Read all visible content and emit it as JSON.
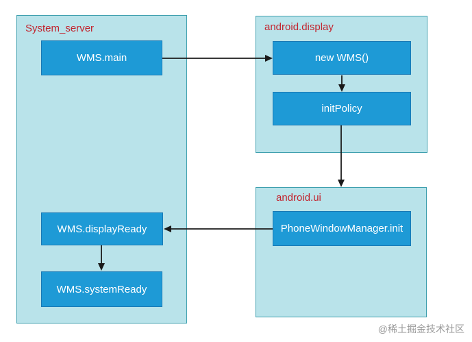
{
  "diagram": {
    "system_server": {
      "title": "System_server",
      "wms_main": "WMS.main",
      "wms_display_ready": "WMS.displayReady",
      "wms_system_ready": "WMS.systemReady"
    },
    "android_display": {
      "title": "android.display",
      "new_wms": "new WMS()",
      "init_policy": "initPolicy"
    },
    "android_ui": {
      "title": "android.ui",
      "pwm_init": "PhoneWindowManager.init"
    },
    "edges": [
      {
        "from": "WMS.main",
        "to": "new WMS()"
      },
      {
        "from": "new WMS()",
        "to": "initPolicy"
      },
      {
        "from": "initPolicy",
        "to": "android.ui"
      },
      {
        "from": "PhoneWindowManager.init",
        "to": "WMS.displayReady"
      },
      {
        "from": "WMS.displayReady",
        "to": "WMS.systemReady"
      }
    ],
    "colors": {
      "background": "#ffffff",
      "container_fill": "#b9e3ea",
      "container_border": "#3e9fae",
      "container_title_text": "#c2242e",
      "node_fill": "#1e9ad6",
      "node_border": "#1878b4",
      "node_text": "#ffffff",
      "arrow": "#1a1a1a",
      "watermark_text": "#9a9a9a"
    }
  },
  "watermark": "@稀土掘金技术社区"
}
